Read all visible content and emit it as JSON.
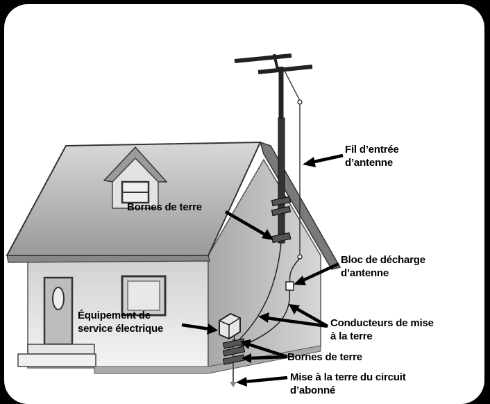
{
  "labels": {
    "antenna_lead_in": [
      "Fil d’entrée",
      "d’antenne"
    ],
    "ground_clamps_top": "Bornes de terre",
    "discharge_unit": [
      "Bloc de décharge",
      "d’antenne"
    ],
    "electric_service": [
      "Équipement de",
      "service électrique"
    ],
    "grounding_conductors": [
      "Conducteurs de mise",
      "à la terre"
    ],
    "ground_clamps_bottom": "Bornes de terre",
    "power_service_grounding": [
      "Mise à la terre du circuit",
      "d’abonné"
    ]
  }
}
